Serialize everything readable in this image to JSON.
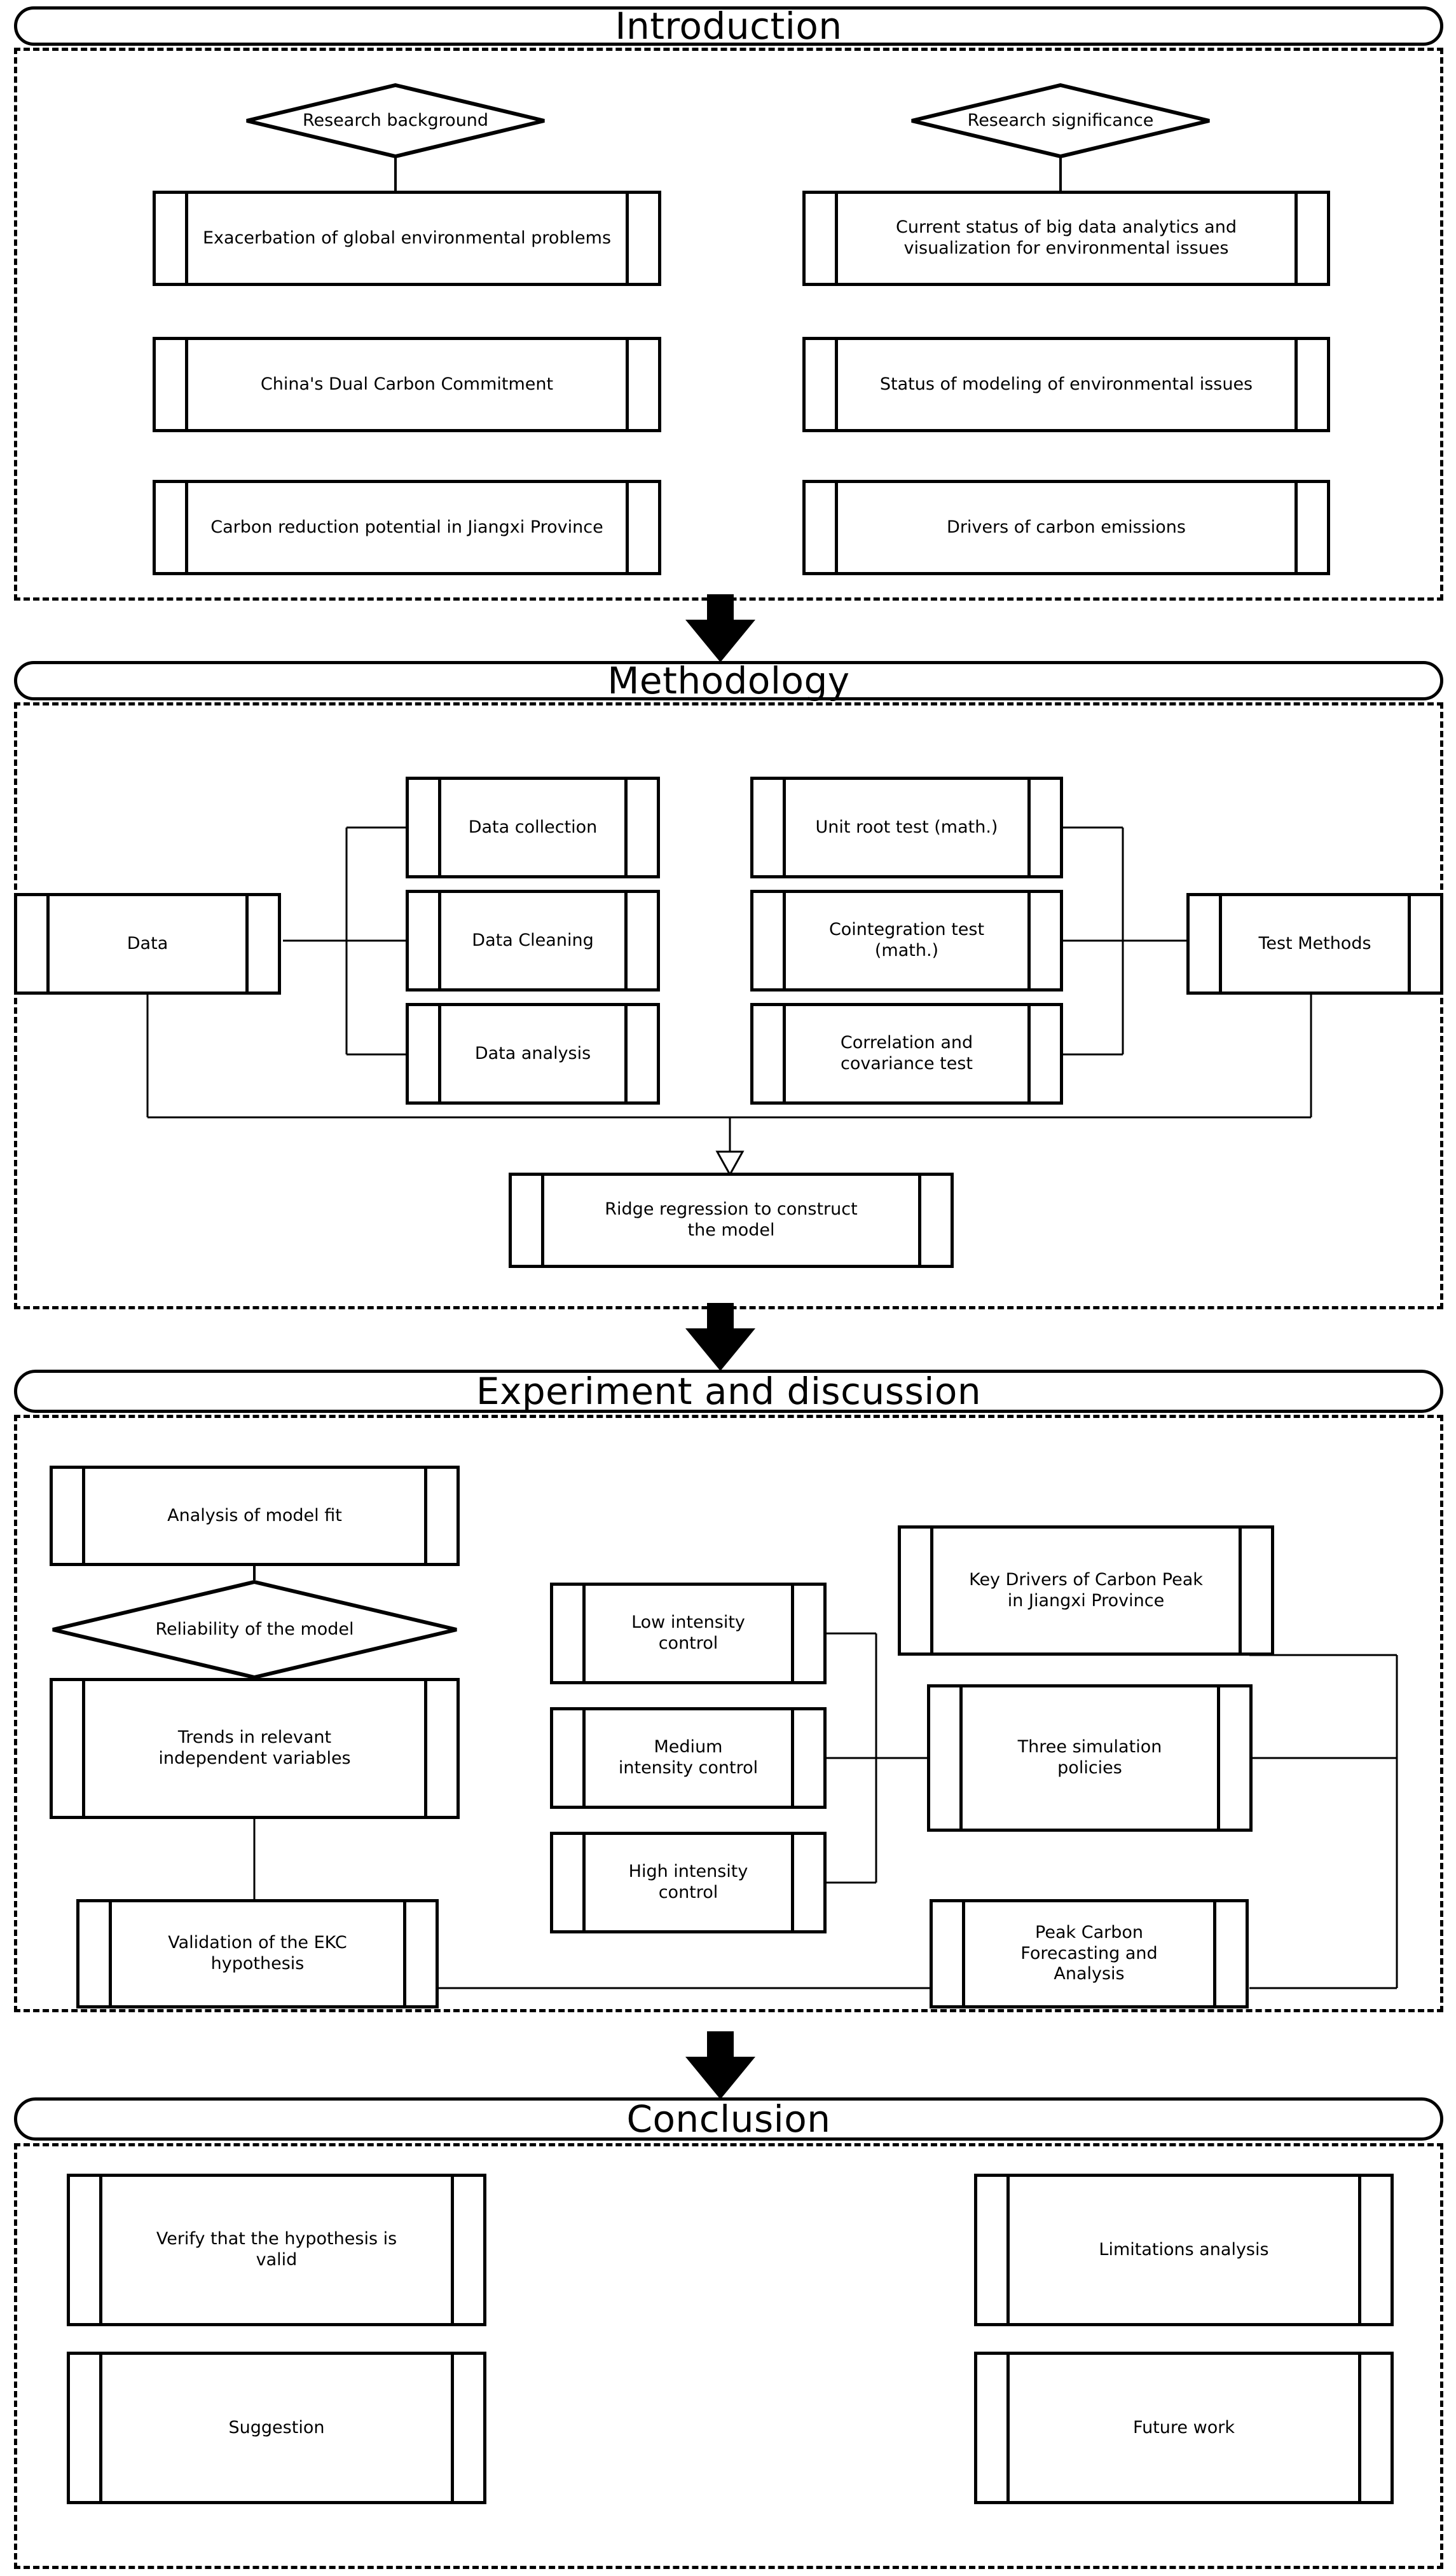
{
  "title": "Research framework flowchart",
  "sections": [
    {
      "id": "introduction",
      "header": "Introduction",
      "diamonds": [
        {
          "label": "Research background"
        },
        {
          "label": "Research significance"
        }
      ],
      "boxes": [
        {
          "label": "Exacerbation of global environmental problems"
        },
        {
          "label": "China's Dual Carbon Commitment"
        },
        {
          "label": "Carbon reduction potential in Jiangxi Province"
        },
        {
          "label": "Current status of big data analytics and visualization for environmental issues"
        },
        {
          "label": "Status of modeling of environmental issues"
        },
        {
          "label": "Drivers of carbon emissions"
        }
      ]
    },
    {
      "id": "methodology",
      "header": "Methodology",
      "diamonds": [],
      "boxes": [
        {
          "label": "Data"
        },
        {
          "label": "Data collection"
        },
        {
          "label": "Data Cleaning"
        },
        {
          "label": "Data analysis"
        },
        {
          "label": "Unit root test (math.)"
        },
        {
          "label": "Cointegration test (math.)"
        },
        {
          "label": "Correlation and covariance test"
        },
        {
          "label": "Test Methods"
        },
        {
          "label": "Ridge regression to construct the model"
        }
      ]
    },
    {
      "id": "experiment",
      "header": "Experiment and discussion",
      "diamonds": [
        {
          "label": "Reliability of the model"
        }
      ],
      "boxes": [
        {
          "label": "Analysis of model fit"
        },
        {
          "label": "Trends in relevant independent variables"
        },
        {
          "label": "Validation of the EKC hypothesis"
        },
        {
          "label": "Low intensity control"
        },
        {
          "label": "Medium intensity control"
        },
        {
          "label": "High intensity control"
        },
        {
          "label": "Key Drivers of Carbon Peak in Jiangxi Province"
        },
        {
          "label": "Three simulation policies"
        },
        {
          "label": "Peak Carbon Forecasting and Analysis"
        }
      ]
    },
    {
      "id": "conclusion",
      "header": "Conclusion",
      "diamonds": [],
      "boxes": [
        {
          "label": "Verify that the hypothesis is valid"
        },
        {
          "label": "Suggestion"
        },
        {
          "label": "Limitations analysis"
        },
        {
          "label": "Future work"
        }
      ]
    }
  ],
  "arrows": {
    "intro_to_method": "down-arrow",
    "method_to_experiment": "down-arrow",
    "experiment_to_conclusion": "down-arrow",
    "ridge_inlet": "hollow-down-arrow"
  },
  "colors": {
    "stroke": "#000000",
    "fill": "#ffffff",
    "connector": "#000000"
  }
}
